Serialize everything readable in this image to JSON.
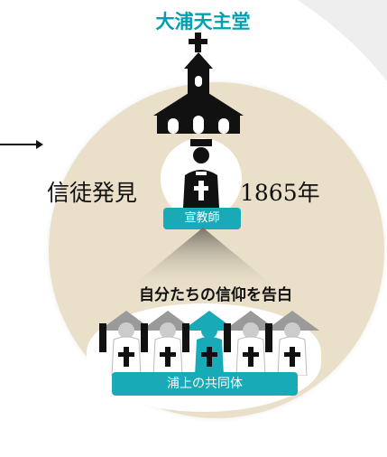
{
  "title": "大浦天主堂",
  "left_label": "信徒発見",
  "year_label": "1865年",
  "missionary_label": "宣教師",
  "confession_label": "自分たちの信仰を告白",
  "community_label": "浦上の共同体",
  "colors": {
    "accent": "#19aab8",
    "circle": "#eae0c9",
    "figure_dark": "#111111"
  },
  "icons": [
    "church-icon",
    "missionary-icon",
    "believer-icon",
    "arrow-icon"
  ]
}
